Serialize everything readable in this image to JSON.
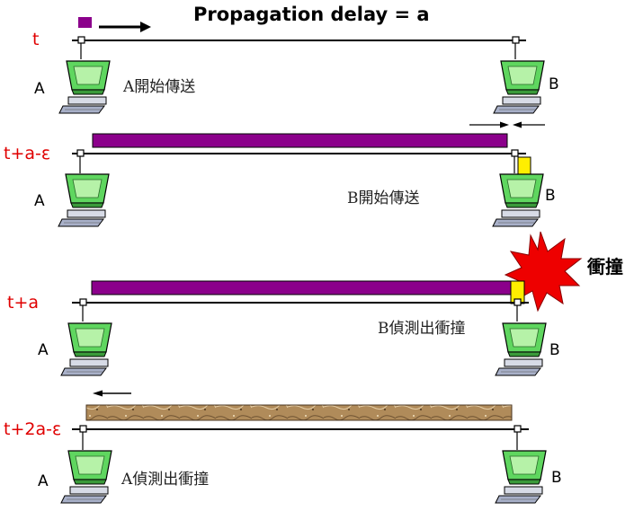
{
  "title": "Propagation delay = a",
  "colors": {
    "frame_a": "#8b008b",
    "frame_b": "#ffee00",
    "garbled": "#b08b5a",
    "time_label": "#e00000",
    "collision": "#ee0000"
  },
  "collision_label": "衝撞",
  "panels": [
    {
      "time": "t",
      "node_a": "A",
      "node_b": "B",
      "caption": "A開始傳送"
    },
    {
      "time": "t+a-ε",
      "node_a": "A",
      "node_b": "B",
      "caption": "B開始傳送"
    },
    {
      "time": "t+a",
      "node_a": "A",
      "node_b": "B",
      "caption": "B偵測出衝撞"
    },
    {
      "time": "t+2a-ε",
      "node_a": "A",
      "node_b": "B",
      "caption": "A偵測出衝撞"
    }
  ]
}
